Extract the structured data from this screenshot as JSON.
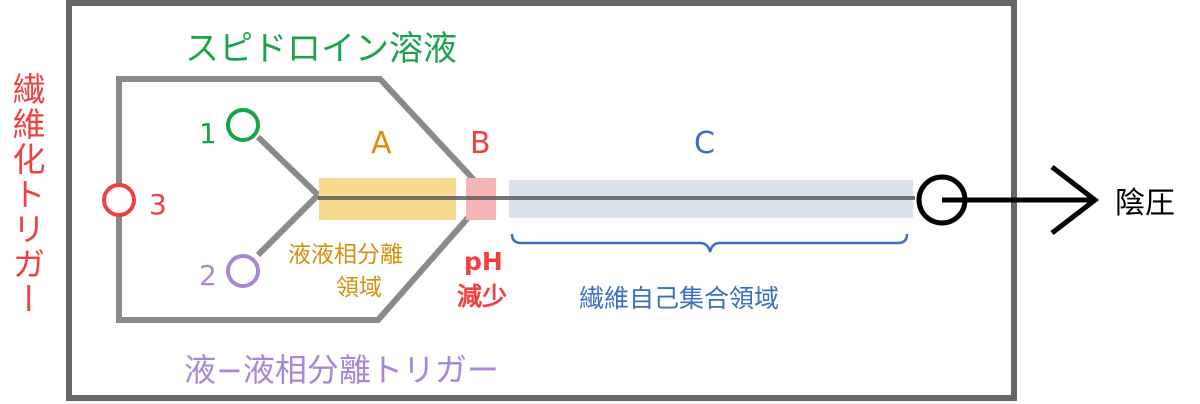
{
  "colors": {
    "frame": "#666666",
    "channel": "#8a8a8a",
    "channel_dark": "#555555",
    "green": "#1aa34a",
    "purple": "#a987d6",
    "red": "#f04040",
    "orange": "#d4900e",
    "blue": "#3a6fc4",
    "zone_a_fill": "#f7d98f",
    "zone_b_fill": "#f6b6b6",
    "zone_c_fill": "#d9e1ee",
    "black": "#000000"
  },
  "labels": {
    "spidroin_solution": "スピドロイン溶液",
    "fiber_trigger": "繊維化トリガー",
    "llps_trigger": "液−液相分離トリガー",
    "negative_pressure": "陰圧",
    "inlet_1": "1",
    "inlet_2": "2",
    "inlet_3": "3",
    "zone_a": "A",
    "zone_b": "B",
    "zone_c": "C",
    "zone_a_desc_line1": "液液相分離",
    "zone_a_desc_line2": "領域",
    "zone_b_desc_line1": "pH",
    "zone_b_desc_line2": "減少",
    "zone_c_desc": "繊維自己集合領域"
  },
  "icons": {
    "inlet": "circle-port-icon",
    "outlet": "outlet-port-icon",
    "flow_arrow": "arrow-right-icon",
    "brace": "curly-brace-icon"
  }
}
